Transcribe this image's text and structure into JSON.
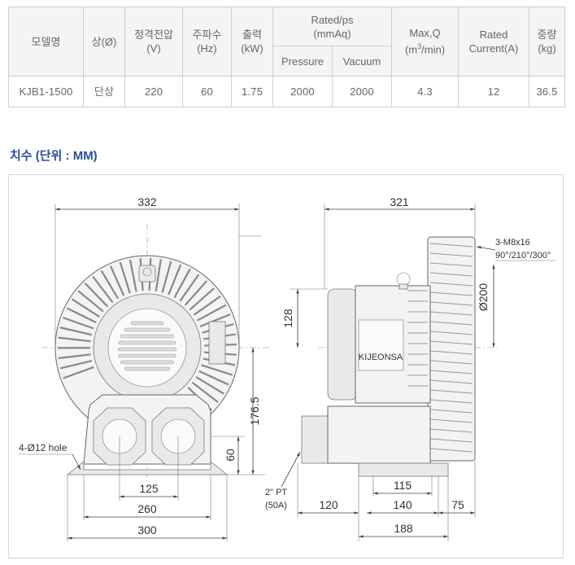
{
  "spec_table": {
    "headers": {
      "model": "모델명",
      "phase": "상(Ø)",
      "voltage": "정격전압\n(V)",
      "frequency": "주파수\n(Hz)",
      "output": "출력\n(kW)",
      "rated_ps": "Rated/ps\n(mmAq)",
      "pressure": "Pressure",
      "vacuum": "Vacuum",
      "maxq_pre": "Max,Q\n(m",
      "maxq_sup": "3",
      "maxq_post": "/min)",
      "current": "Rated\nCurrent(A)",
      "weight": "중량\n(kg)"
    },
    "row": {
      "model": "KJB1-1500",
      "phase": "단상",
      "voltage": "220",
      "frequency": "60",
      "output": "1.75",
      "pressure": "2000",
      "vacuum": "2000",
      "maxq": "4.3",
      "current": "12",
      "weight": "36.5"
    }
  },
  "section_title": "치수 (단위 : MM)",
  "front_view": {
    "width_top": "332",
    "height_center": "176.5",
    "height_base": "60",
    "hole_note": "4-Ø12 hole",
    "dim_125": "125",
    "dim_260": "260",
    "dim_300": "300"
  },
  "side_view": {
    "width_top": "321",
    "dim_128": "128",
    "bolt_note_1": "3-M8x16",
    "bolt_note_2": "90°/210°/300°",
    "dia_200": "Ø200",
    "brand_plate": "KIJEONSA",
    "port_note_1": "2\" PT",
    "port_note_2": "(50A)",
    "dim_120": "120",
    "dim_115": "115",
    "dim_140": "140",
    "dim_75": "75",
    "dim_188": "188"
  },
  "colors": {
    "title_blue": "#2a4f96",
    "table_header_bg": "#f4f4f4",
    "border": "#cfcfcf"
  }
}
